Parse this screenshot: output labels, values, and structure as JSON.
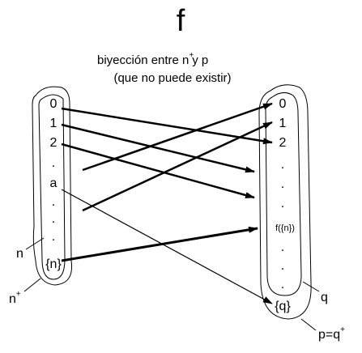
{
  "title": "f",
  "subtitle": {
    "line1_a": "biyección entre n",
    "line1_sup": "+",
    "line1_b": "y p",
    "line2": "(que no puede existir)"
  },
  "left_set": {
    "elements": [
      "0",
      "1",
      "2",
      ".",
      "a",
      ".",
      ".",
      ".",
      "{n}"
    ],
    "inner_label": "n",
    "outer_label": "n",
    "outer_sup": "+"
  },
  "right_set": {
    "elements": [
      "0",
      "1",
      "2",
      ".",
      ".",
      ".",
      "f({n})",
      ".",
      ".",
      ".",
      "{q}"
    ],
    "inner_label": "q",
    "outer_label": "p=q",
    "outer_sup": "+"
  }
}
